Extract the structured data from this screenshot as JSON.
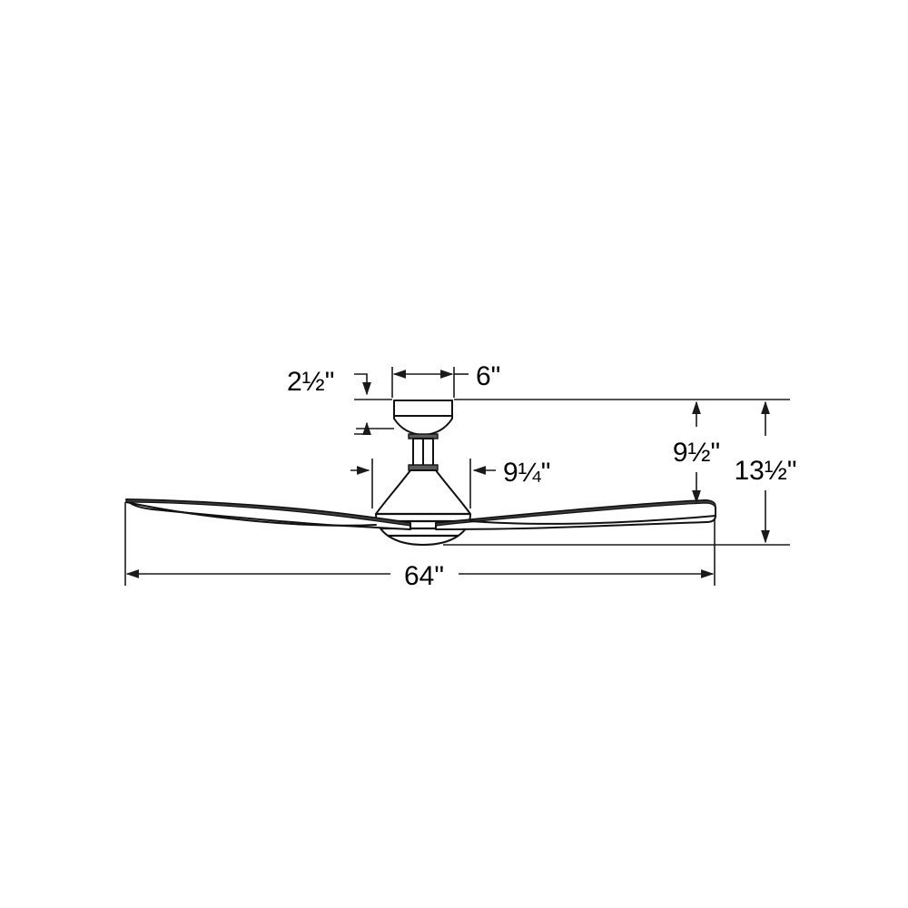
{
  "drawing": {
    "title": "Ceiling Fan Dimension Drawing",
    "subject": "ceiling-fan-side-elevation",
    "background_color": "#ffffff",
    "line_color": "#111111",
    "text_color": "#000000",
    "view": "side elevation with dimension callouts"
  },
  "dimensions": {
    "canopy_height": {
      "label": "2½\"",
      "describes": "canopy height from ceiling",
      "position": "upper-left"
    },
    "canopy_width": {
      "label": "6\"",
      "describes": "canopy diameter",
      "position": "upper-center"
    },
    "motor_housing_width": {
      "label": "9¼\"",
      "describes": "motor housing diameter",
      "position": "middle-center"
    },
    "blade_drop": {
      "label": "9½\"",
      "describes": "ceiling to blade height",
      "position": "middle-right"
    },
    "overall_height": {
      "label": "13½\"",
      "describes": "overall fan height from ceiling",
      "position": "right"
    },
    "blade_span": {
      "label": "64\"",
      "describes": "fan blade span diameter",
      "position": "bottom-center"
    }
  },
  "parts": {
    "canopy": "canopy",
    "downrod": "downrod",
    "motor_housing": "motor-housing",
    "blade_left": "left-blade",
    "blade_right": "right-blade",
    "ceiling_line": "ceiling-reference-line"
  }
}
